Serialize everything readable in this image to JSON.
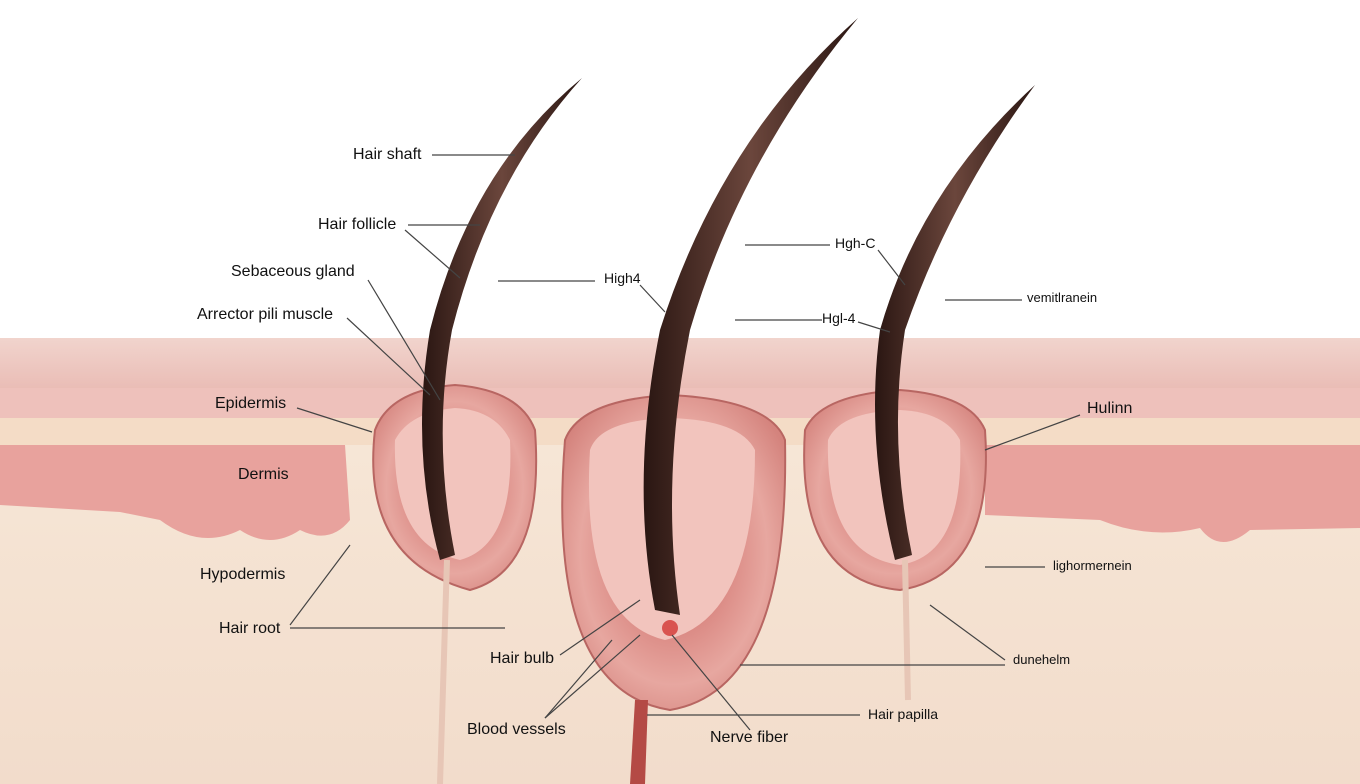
{
  "diagram": {
    "type": "anatomical-illustration",
    "subject": "hair follicle cross-section",
    "colors": {
      "background": "#ffffff",
      "epidermis": "#e9b5ae",
      "dermis": "#e8a6a0",
      "hypodermis": "#f3e3d2",
      "hair": "#3d2520",
      "follicle_wall": "#d98580"
    },
    "labels": {
      "hair_shaft": "Hair shaft",
      "hair_follicle": "Hair follicle",
      "sebaceous_gland": "Sebaceous gland",
      "arrector_pili_muscle": "Arrector pili muscle",
      "epidermis": "Epidermis",
      "dermis": "Dermis",
      "hypodermis": "Hypodermis",
      "hair_root": "Hair root",
      "hair_bulb": "Hair bulb",
      "blood_vessels": "Blood vessels",
      "nerve_fiber": "Nerve fiber",
      "hair_papilla": "Hair papilla",
      "high4": "High4",
      "hgh_c": "Hgh-C",
      "hgl_4": "Hgl-4",
      "vemitlranein": "vemitlranein",
      "hulinn": "Hulinn",
      "lighormernein": "lighormernein",
      "dunehelm": "dunehelm"
    }
  }
}
